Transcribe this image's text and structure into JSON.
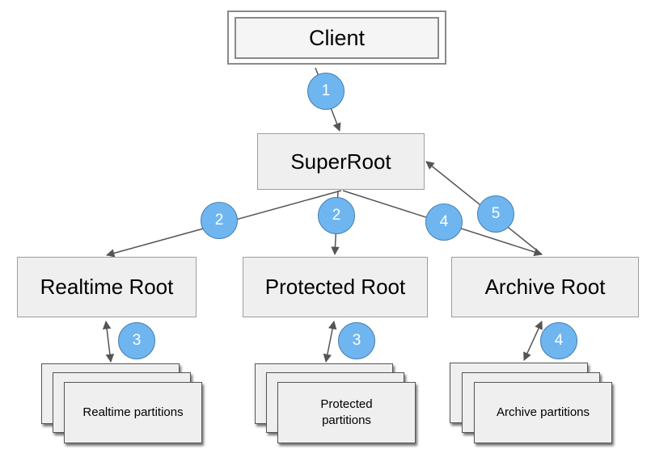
{
  "nodes": {
    "client": "Client",
    "superroot": "SuperRoot",
    "realtime_root": "Realtime Root",
    "protected_root": "Protected Root",
    "archive_root": "Archive Root"
  },
  "partitions": {
    "realtime": "Realtime partitions",
    "protected": "Protected partitions",
    "archive": "Archive partitions"
  },
  "steps": {
    "client_to_superroot": "1",
    "superroot_to_realtime": "2",
    "superroot_to_protected": "2",
    "realtime_to_partitions": "3",
    "protected_to_partitions": "3",
    "superroot_to_archive": "4",
    "archive_to_partitions": "4",
    "archive_to_superroot": "5"
  },
  "colors": {
    "badge_fill": "#6fb6f1",
    "box_fill": "#efefef",
    "arrow": "#555555"
  }
}
